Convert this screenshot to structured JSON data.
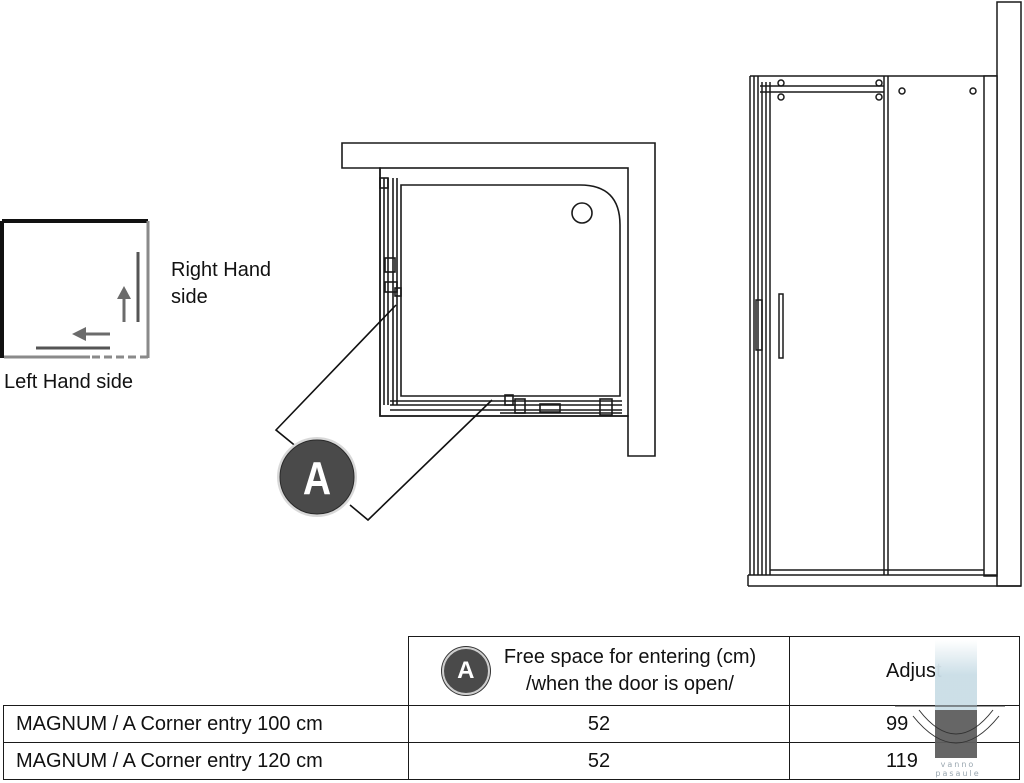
{
  "labels": {
    "right_hand_side": [
      "Right Hand",
      "side"
    ],
    "left_hand_side": "Left Hand side",
    "badge": "A"
  },
  "table": {
    "header_a_badge": "A",
    "header_col1": [
      "Free space for entering (cm)",
      "/when the door is open/"
    ],
    "header_col2": "Adjust",
    "rows": [
      {
        "model": "MAGNUM / A Corner entry 100 cm",
        "free_space": "52",
        "adjust": "99"
      },
      {
        "model": "MAGNUM / A Corner entry 120 cm",
        "free_space": "52",
        "adjust": "119"
      }
    ]
  },
  "watermark": {
    "text": [
      "vanno",
      "pasaule"
    ]
  },
  "colors": {
    "badge_fill": "#4a4a4a",
    "line": "#1a1a1a",
    "arrow": "#6b6b6b",
    "watermark_blue": "#c9dde6"
  }
}
